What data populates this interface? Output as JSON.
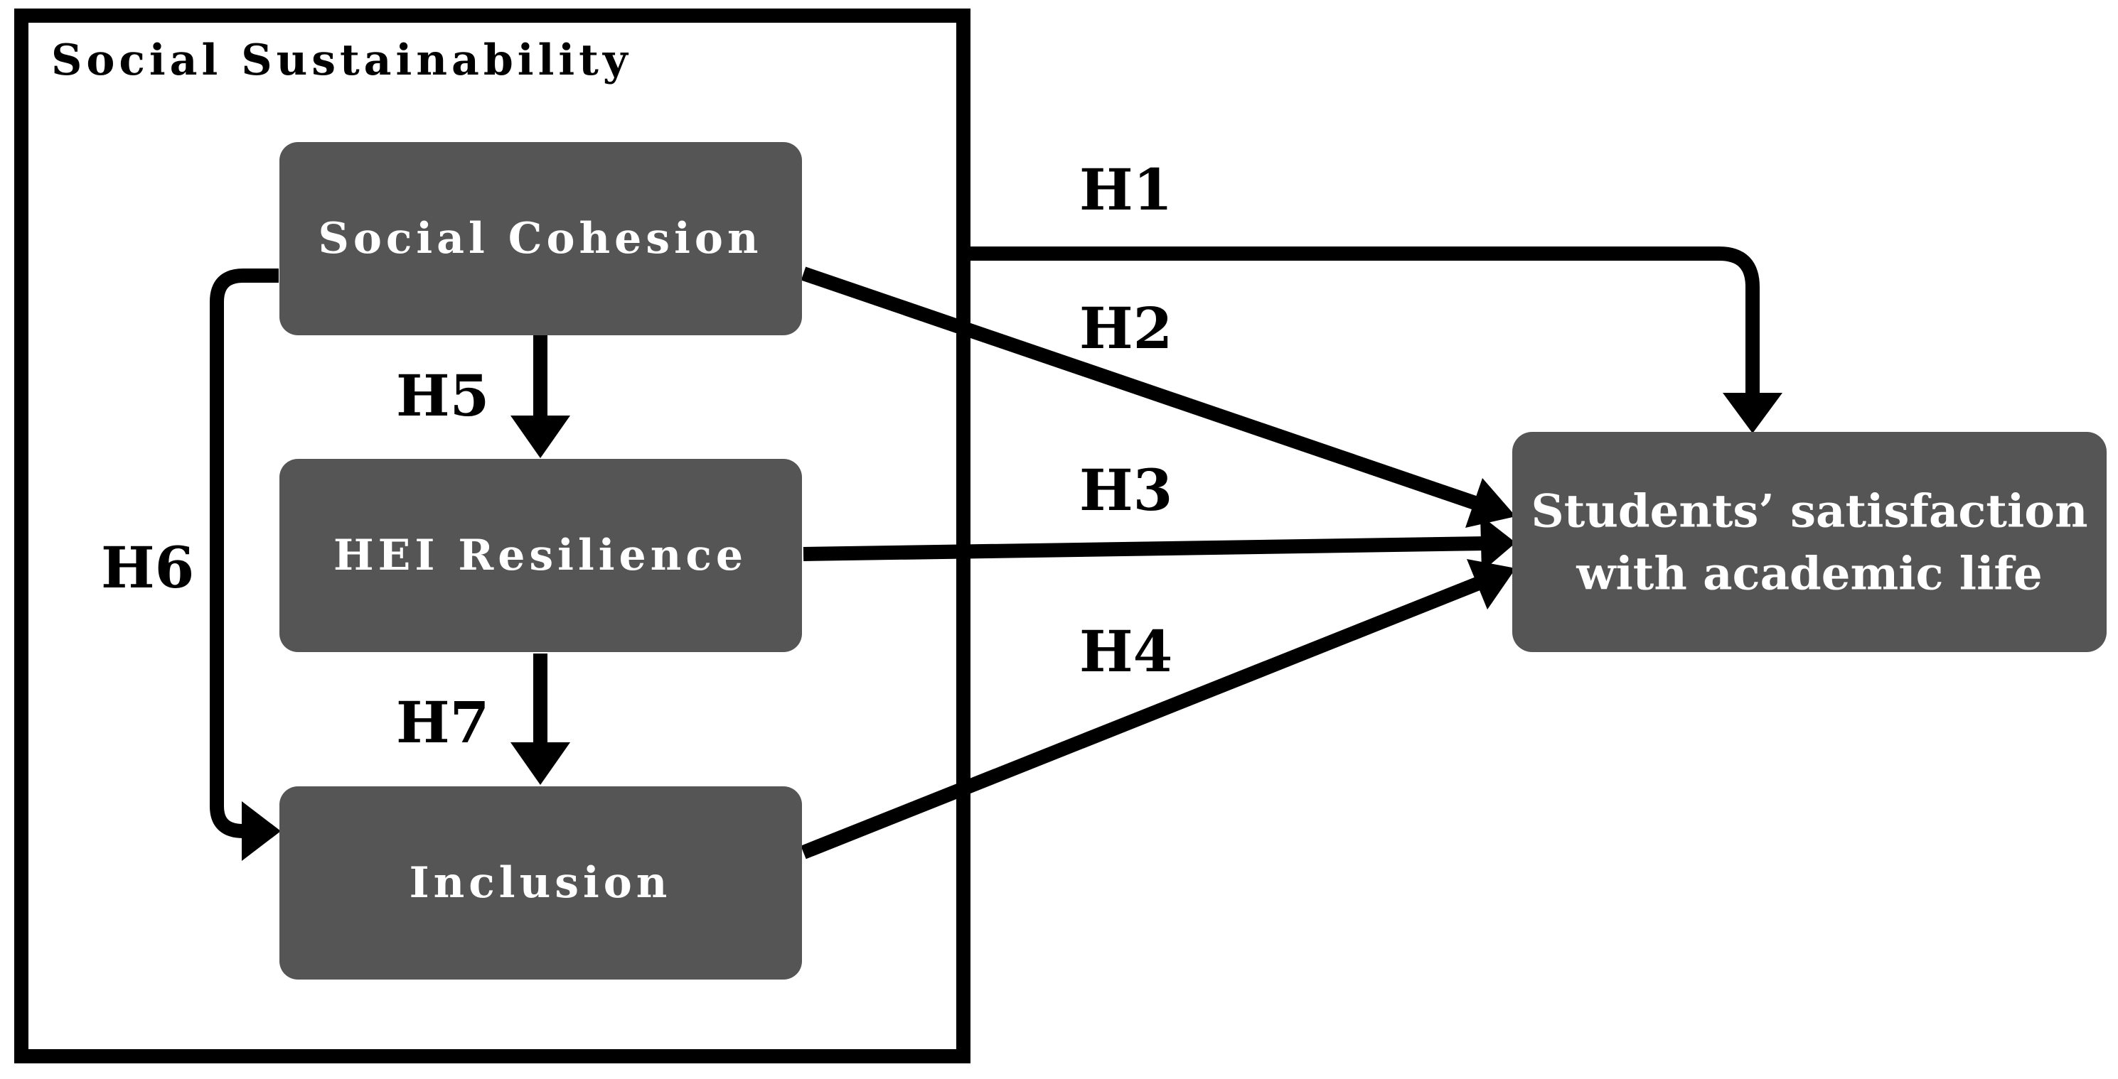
{
  "group": {
    "title": "Social Sustainability"
  },
  "nodes": {
    "social_cohesion": "Social Cohesion",
    "hei_resilience": "HEI Resilience",
    "inclusion": "Inclusion",
    "outcome_line1": "Students’ satisfaction",
    "outcome_line2": "with academic life"
  },
  "hypotheses": {
    "h1": "H1",
    "h2": "H2",
    "h3": "H3",
    "h4": "H4",
    "h5": "H5",
    "h6": "H6",
    "h7": "H7"
  },
  "colors": {
    "node_fill": "#555555",
    "node_text": "#ffffff",
    "lines": "#000000",
    "background": "#ffffff"
  }
}
